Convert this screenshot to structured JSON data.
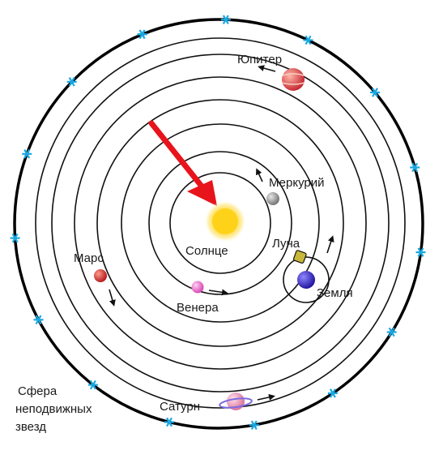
{
  "diagram": {
    "colors": {
      "orbit": "#111111",
      "outer_sphere": "#000000",
      "star": "#19a7e0",
      "arrow": "#e8141b",
      "sun": "#ffd21a",
      "mercury": "#9a9a9a",
      "venus": "#f06fd0",
      "earth": "#3b2ad6",
      "moon": "#c8b73a",
      "mars": "#d8292b",
      "jupiter": "#e4434a",
      "saturn": "#e79ab8"
    },
    "labels": {
      "sun": "Солнце",
      "mercury": "Меркурий",
      "venus": "Венера",
      "earth": "Земля",
      "moon": "Луна",
      "mars": "Марс",
      "jupiter": "Юпитер",
      "saturn": "Сатурн",
      "sphere_line1": "Сфера",
      "sphere_line2": "неподвижных",
      "sphere_line3": "звезд"
    },
    "icons": [
      "sun-icon",
      "star-icon",
      "pointer-arrow-icon",
      "orbit-direction-arrow-icon"
    ]
  }
}
